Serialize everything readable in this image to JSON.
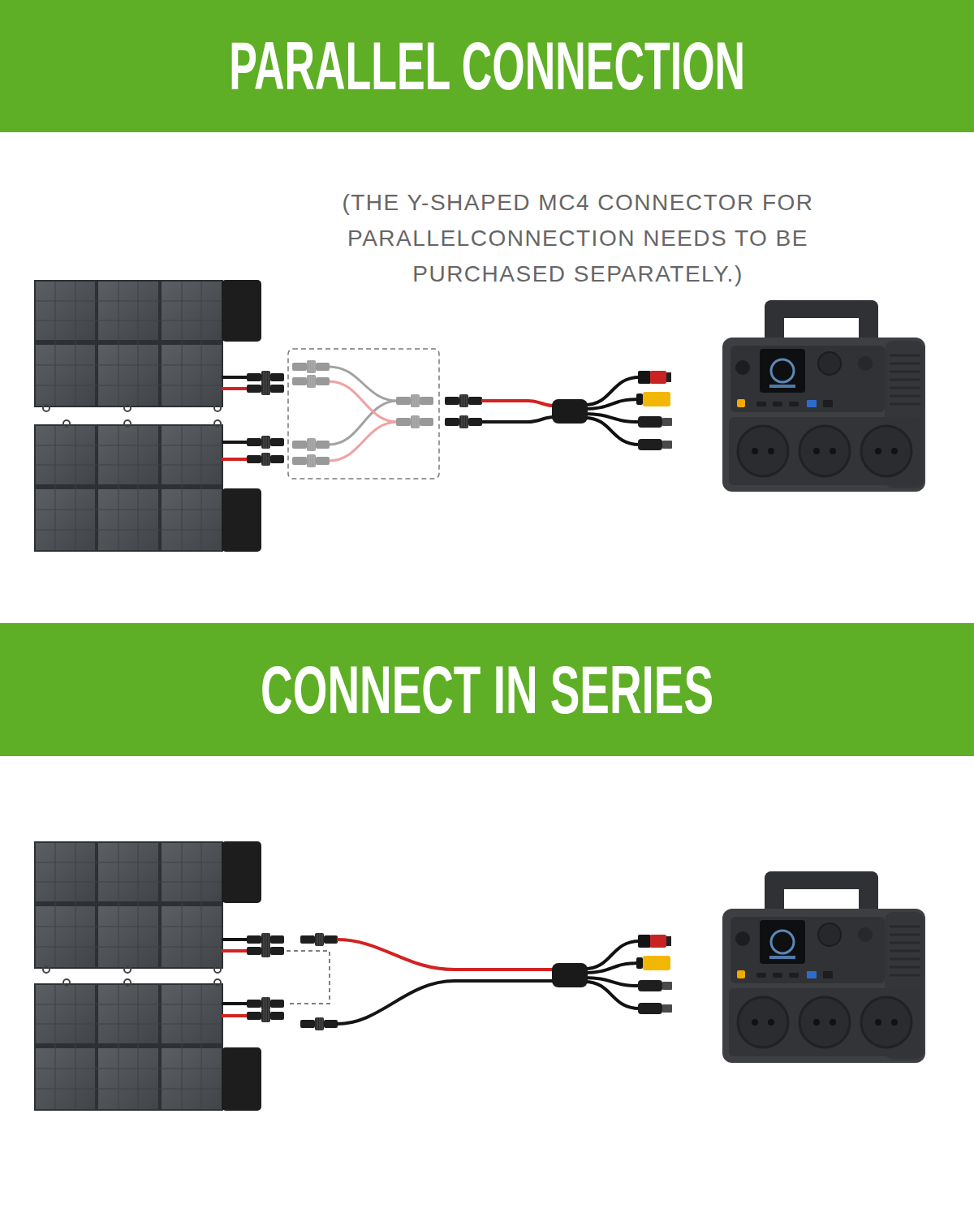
{
  "diagram": {
    "nodes": [
      {
        "text": [
          "PARALLEL CONNECTION"
        ]
      },
      {
        "text": [
          "CONNECT IN SERIES"
        ]
      }
    ],
    "labels": [
      "(THE Y-SHAPED MC4 CONNECTOR FOR PARALLELCONNECTION NEEDS TO BE PURCHASED SEPARATELY.)"
    ]
  }
}
